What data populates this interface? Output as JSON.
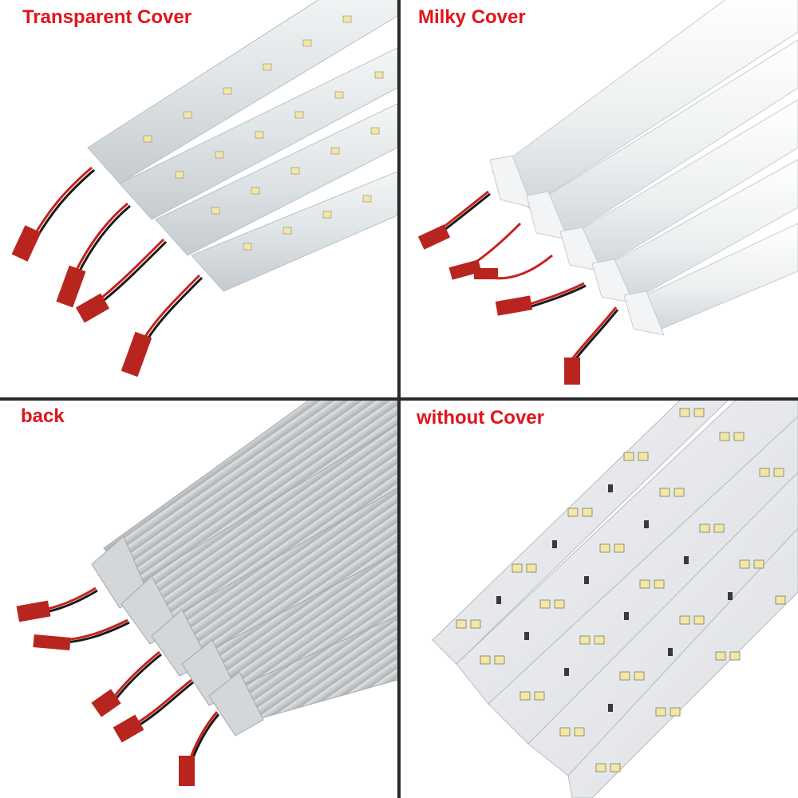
{
  "panels": {
    "transparent": {
      "label": "Transparent Cover"
    },
    "milky": {
      "label": "Milky Cover"
    },
    "back": {
      "label": "back"
    },
    "without": {
      "label": "without Cover"
    }
  },
  "colors": {
    "label_red": "#e0151b",
    "divider": "#2a2a2a",
    "wire_red": "#c8201c",
    "wire_black": "#1a1a1a",
    "connector_red": "#b8251f",
    "aluminium": "#c9ccce",
    "pcb_white": "#e9ebee",
    "led_yellow": "#f3e7a8"
  }
}
